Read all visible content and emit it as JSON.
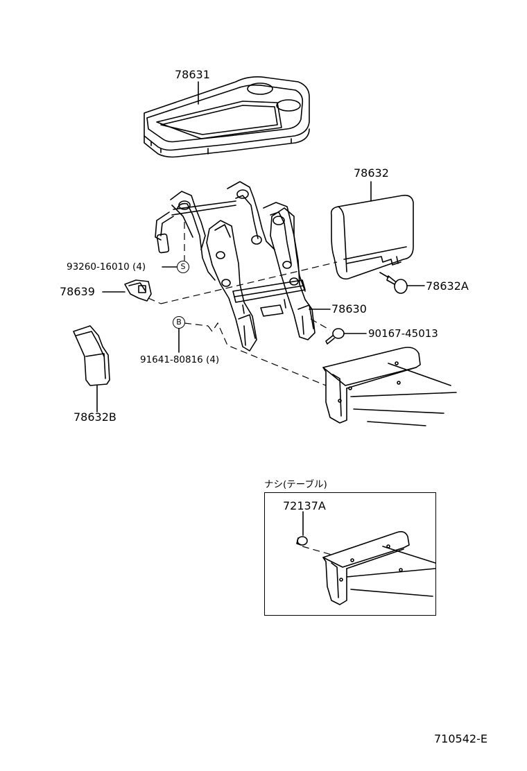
{
  "parts": {
    "tray": "78631",
    "cover": "78632",
    "screw_a": "78632A",
    "frame": "78630",
    "bolt": "90167-45013",
    "bracket": "78639",
    "bushing": "93260-16010 (4)",
    "nut": "91641-80816 (4)",
    "side_cover": "78632B"
  },
  "markers": {
    "s": "S",
    "b": "B"
  },
  "inset": {
    "caption": "ナシ(テーブル)",
    "part": "72137A"
  },
  "footer": {
    "code": "710542-E"
  },
  "icons": [
    "tray-icon",
    "frame-icon",
    "cover-icon",
    "clip-icon",
    "bolt-icon",
    "bracket-icon",
    "side-cover-icon",
    "console-icon"
  ]
}
